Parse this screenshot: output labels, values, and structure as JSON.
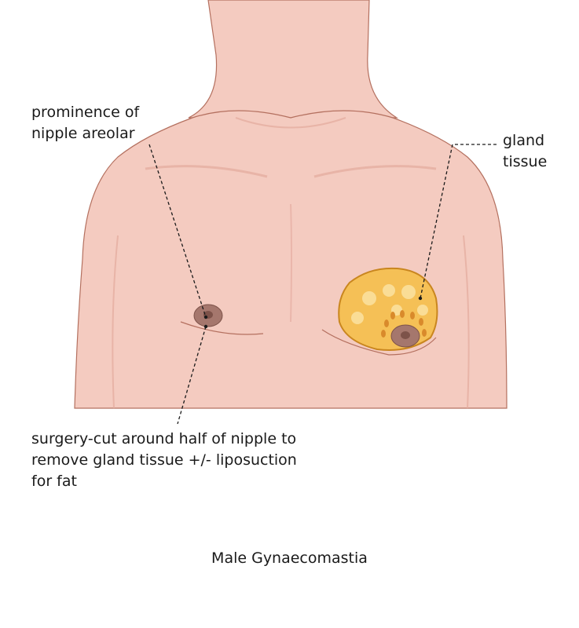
{
  "labels": {
    "prominence": [
      "prominence of",
      "nipple areolar"
    ],
    "gland": [
      "gland",
      "tissue"
    ],
    "surgery": [
      "surgery-cut around half of nipple to",
      "remove gland tissue +/- liposuction",
      "for fat"
    ]
  },
  "caption": "Male Gynaecomastia",
  "colors": {
    "skin": "#f4cbc0",
    "skin_shadow": "#e3a99c",
    "outline": "#b4705f",
    "gland": "#f5c056",
    "gland_highlight": "#fbe3a6",
    "gland_outline": "#c9861f",
    "areola": "#a5776d",
    "nipple": "#7d5249"
  }
}
